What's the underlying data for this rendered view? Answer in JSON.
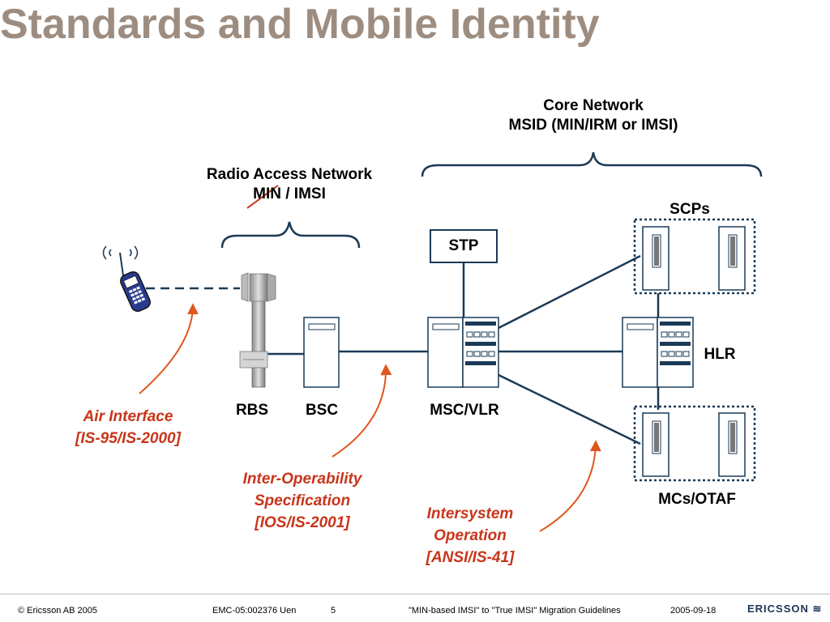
{
  "slide": {
    "title": "Standards and Mobile Identity"
  },
  "core_network": {
    "line1": "Core Network",
    "line2": "MSID (MIN/IRM or IMSI)"
  },
  "radio_access_network": {
    "line1": "Radio Access Network",
    "line2_struck": "MIN",
    "line2_rest": " / IMSI"
  },
  "nodes": {
    "scps": "SCPs",
    "stp": "STP",
    "hlr": "HLR",
    "rbs": "RBS",
    "bsc": "BSC",
    "msc_vlr": "MSC/VLR",
    "mcs_otaf": "MCs/OTAF"
  },
  "interfaces": {
    "air": {
      "line1": "Air Interface",
      "line2": "[IS-95/IS-2000]"
    },
    "ios": {
      "line1": "Inter-Operability",
      "line2": "Specification",
      "line3": "[IOS/IS-2001]"
    },
    "isop": {
      "line1": "Intersystem",
      "line2": "Operation",
      "line3": "[ANSI/IS-41]"
    }
  },
  "footer": {
    "copyright": "© Ericsson AB 2005",
    "doc_number": "EMC-05:002376 Uen",
    "page": "5",
    "doc_title": "\"MIN-based IMSI\" to \"True IMSI\" Migration Guidelines",
    "date": "2005-09-18",
    "logo_text": "ERICSSON"
  },
  "colors": {
    "title": "#9d8d80",
    "lines": "#1a3a57",
    "annotation": "#c8351a"
  }
}
